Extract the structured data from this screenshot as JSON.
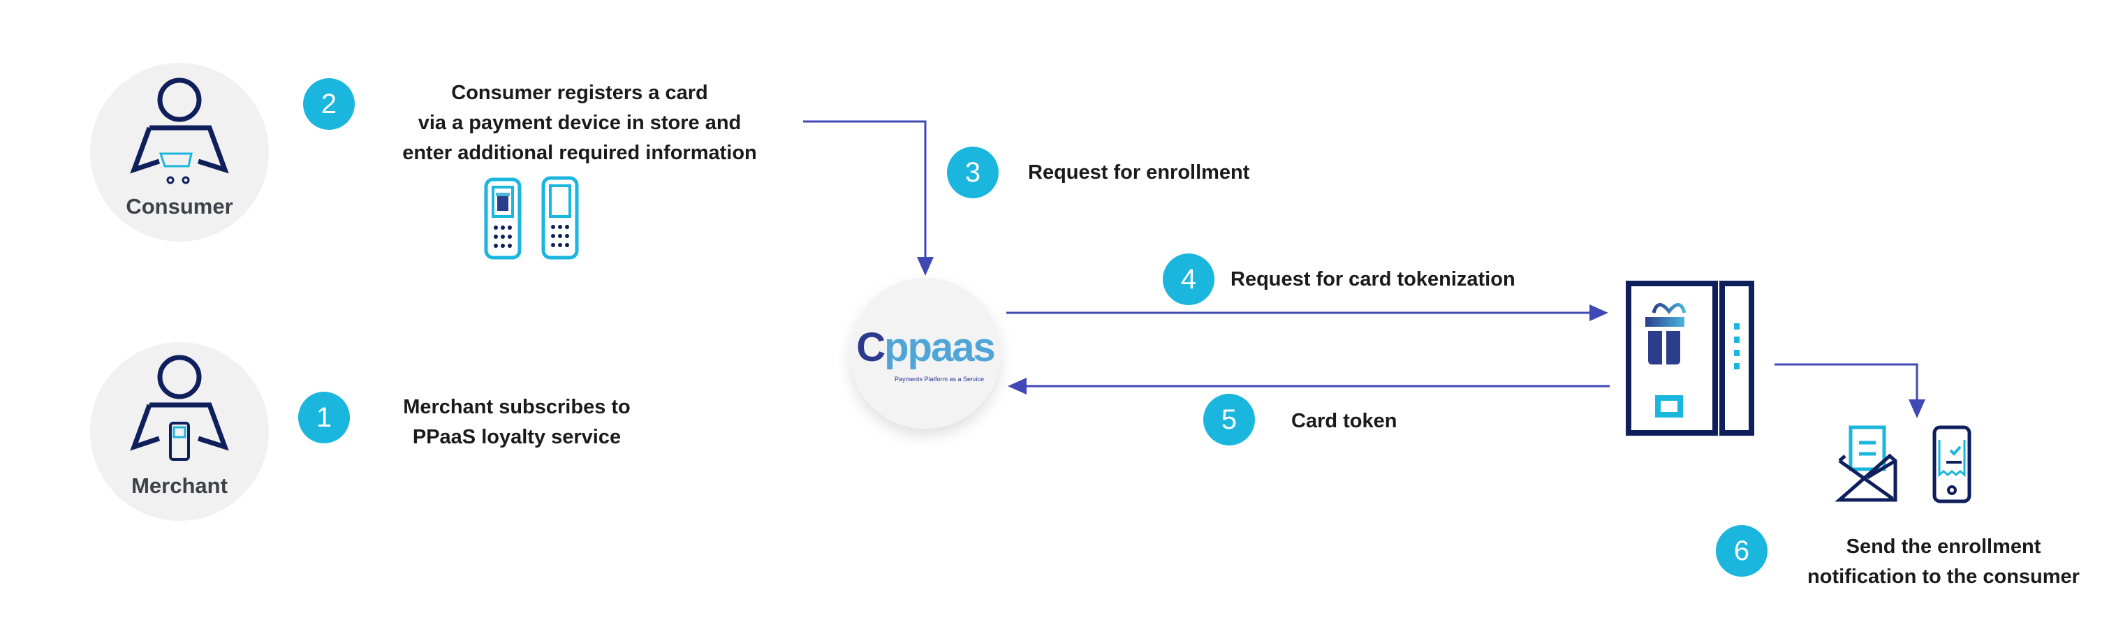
{
  "colors": {
    "badge": "#1ab6dd",
    "arrow": "#3f48b5",
    "navy": "#0f1f5c",
    "cyan": "#1ab6dd",
    "circle_bg": "#f1f1f2"
  },
  "actors": {
    "consumer": {
      "label": "Consumer",
      "icon": "person-with-cart-icon"
    },
    "merchant": {
      "label": "Merchant",
      "icon": "person-with-terminal-icon"
    }
  },
  "platform": {
    "logo_text": "ppaas",
    "logo_tagline": "Payments Platform as a Service"
  },
  "steps": [
    {
      "number": "1",
      "lines": [
        "Merchant subscribes to",
        "PPaaS loyalty service"
      ]
    },
    {
      "number": "2",
      "lines": [
        "Consumer registers a card",
        "via a payment device in store and",
        "enter additional required information"
      ]
    },
    {
      "number": "3",
      "lines": [
        "Request for enrollment"
      ]
    },
    {
      "number": "4",
      "lines": [
        "Request for card tokenization"
      ]
    },
    {
      "number": "5",
      "lines": [
        "Card token"
      ]
    },
    {
      "number": "6",
      "lines": [
        "Send the enrollment",
        "notification to the consumer"
      ]
    }
  ]
}
